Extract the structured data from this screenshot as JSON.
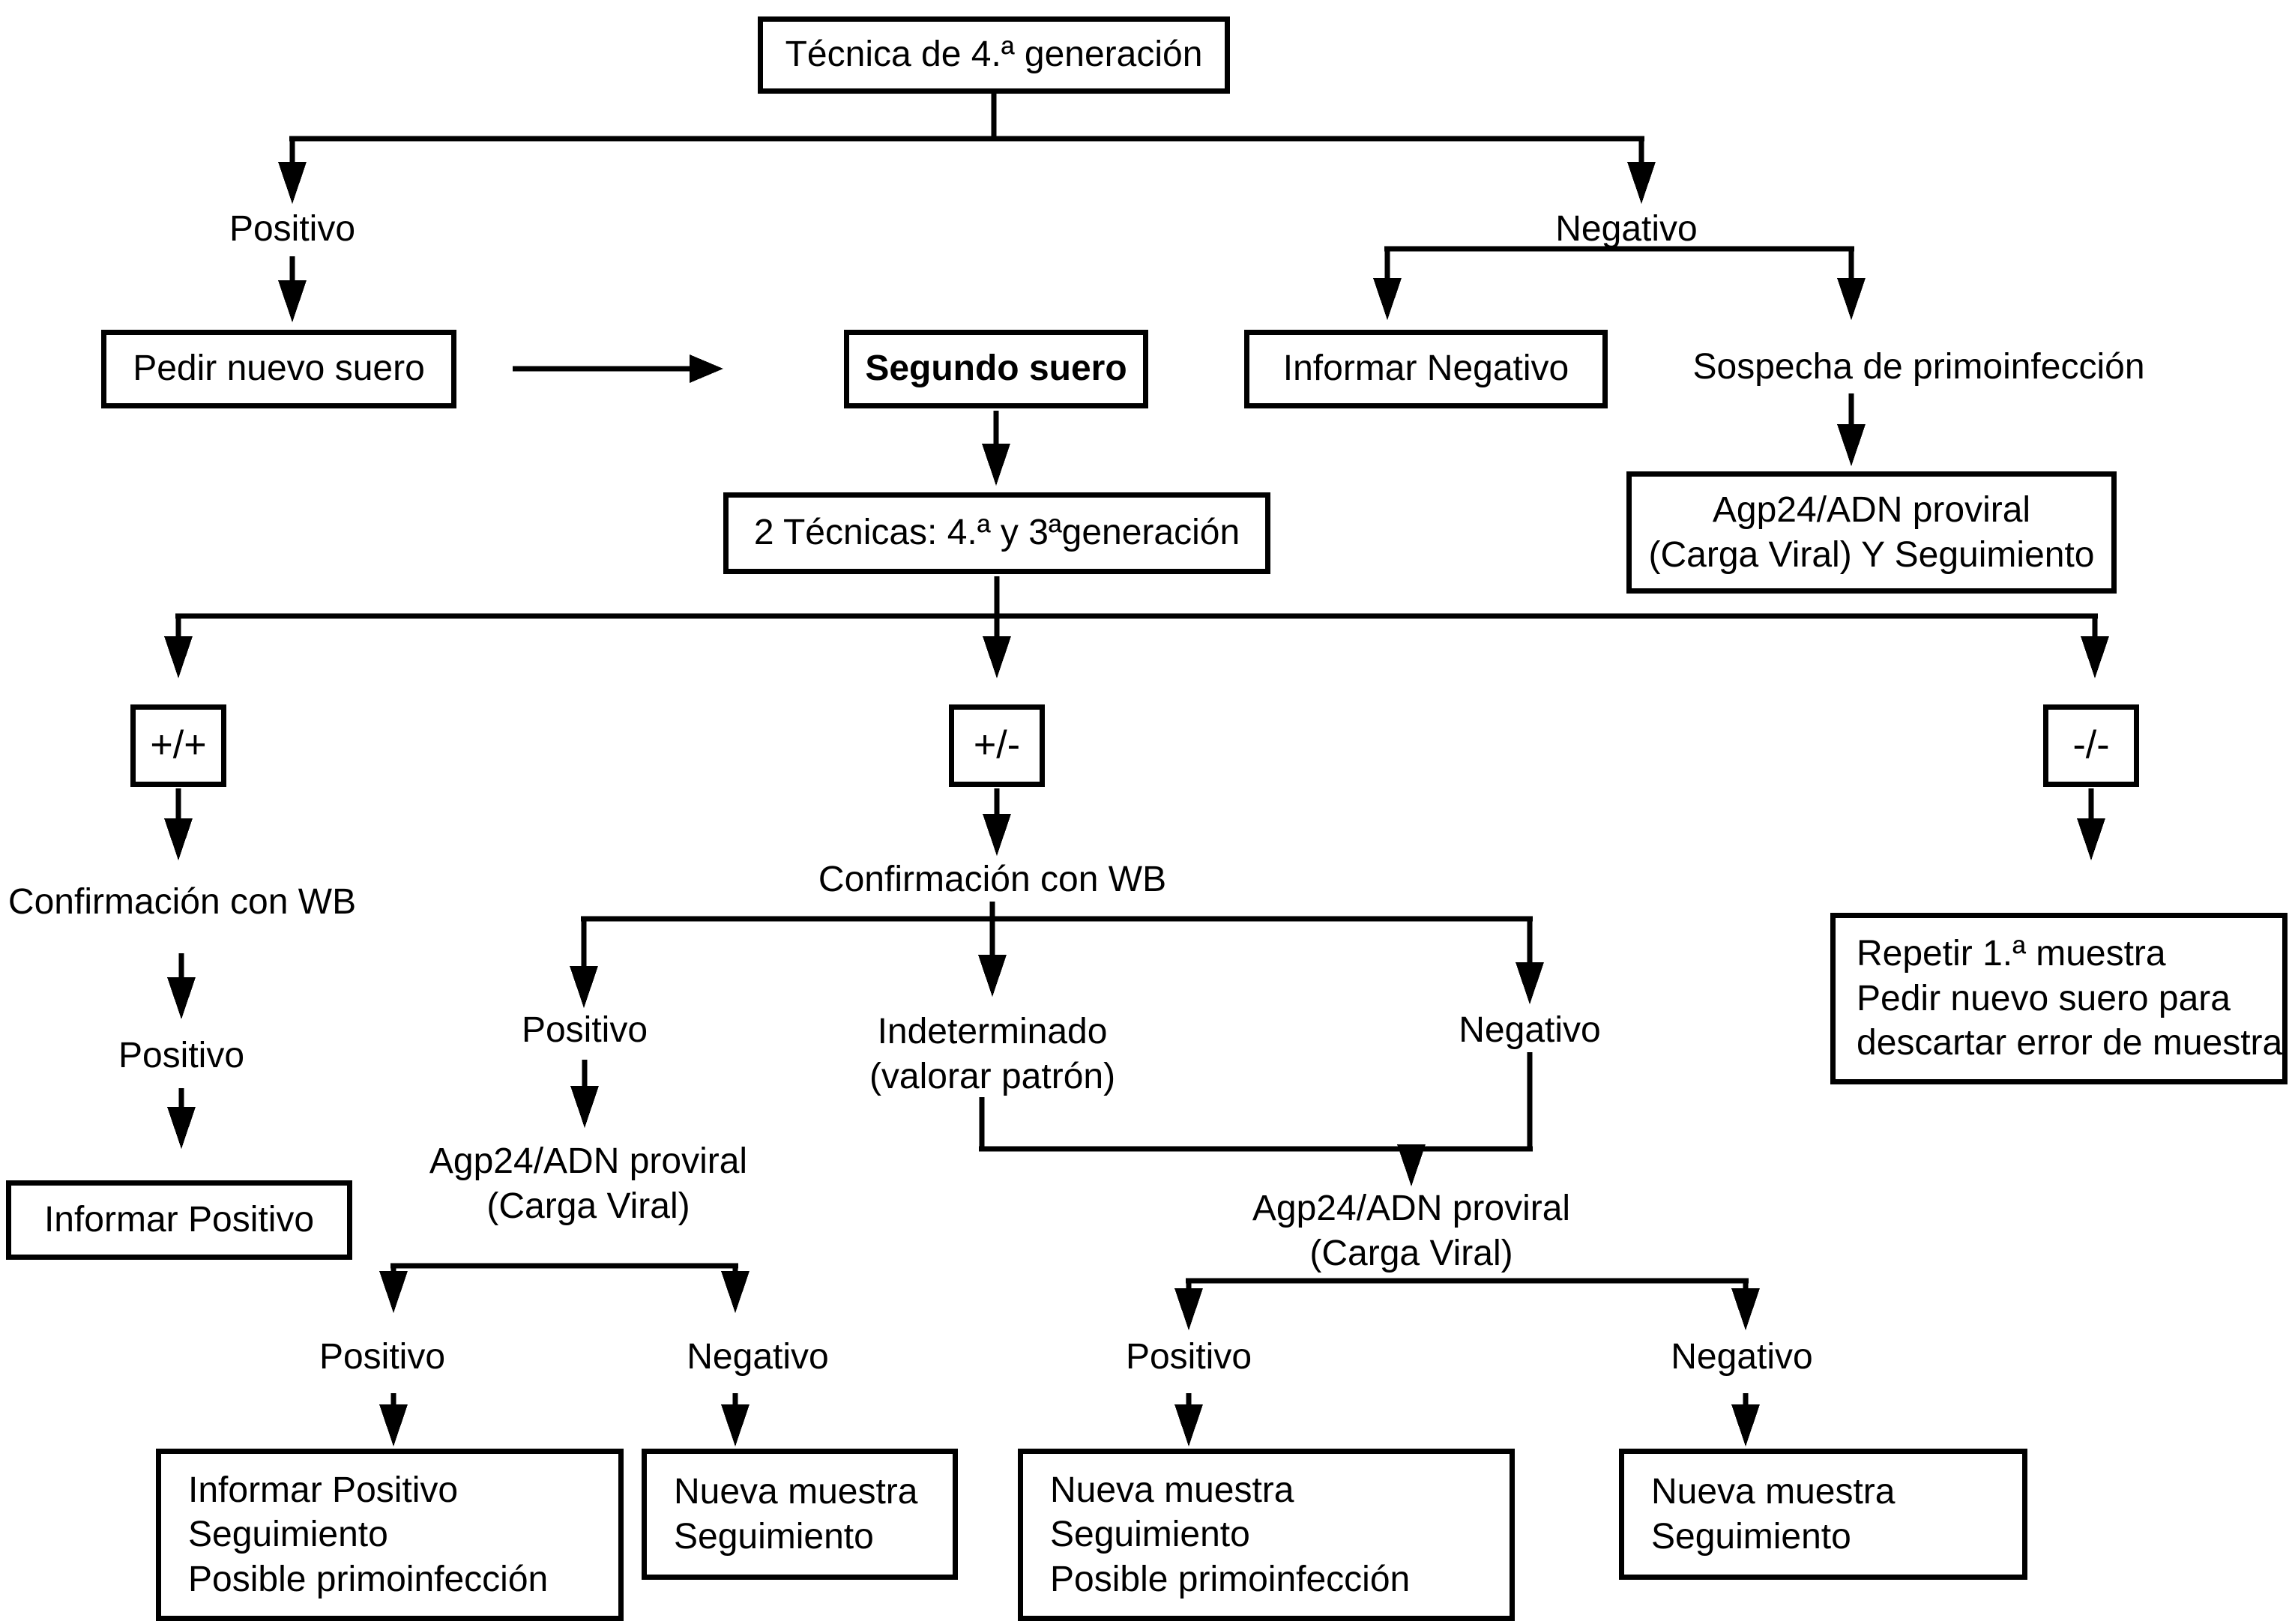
{
  "diagram": {
    "type": "flowchart",
    "language": "es",
    "line_color": "#000000",
    "background": "#ffffff",
    "nodes": {
      "root": "Técnica de 4.ª generación",
      "branch_positivo": "Positivo",
      "branch_negativo": "Negativo",
      "pedir_nuevo_suero": "Pedir nuevo suero",
      "segundo_suero": "Segundo suero",
      "informar_negativo": "Informar Negativo",
      "sospecha_primoinfeccion": "Sospecha de primoinfección",
      "dos_tecnicas": "2 Técnicas: 4.ª y 3ªgeneración",
      "agp24_seguimiento": {
        "line1": "Agp24/ADN proviral",
        "line2": "(Carga Viral) Y Seguimiento"
      },
      "resultado_pp": "+/+",
      "resultado_pm": "+/-",
      "resultado_mm": "-/-",
      "confirmacion_wb_izq": "Confirmación con WB",
      "confirmacion_wb_centro": "Confirmación con WB",
      "repetir_muestra": {
        "line1": "Repetir 1.ª muestra",
        "line2": "Pedir nuevo suero para",
        "line3": "descartar error de muestra"
      },
      "wb_izq_positivo": "Positivo",
      "informar_positivo": "Informar Positivo",
      "wb_positivo": "Positivo",
      "wb_indeterminado": {
        "line1": "Indeterminado",
        "line2": "(valorar patrón)"
      },
      "wb_negativo": "Negativo",
      "agp24_1": {
        "line1": "Agp24/ADN proviral",
        "line2": "(Carga Viral)"
      },
      "agp24_2": {
        "line1": "Agp24/ADN proviral",
        "line2": "(Carga Viral)"
      },
      "agp24_1_positivo": "Positivo",
      "agp24_1_negativo": "Negativo",
      "agp24_2_positivo": "Positivo",
      "agp24_2_negativo": "Negativo",
      "caja_informar_positivo_seg": {
        "line1": "Informar Positivo",
        "line2": "Seguimiento",
        "line3": "Posible primoinfección"
      },
      "caja_nueva_muestra_1": {
        "line1": "Nueva muestra",
        "line2": "Seguimiento"
      },
      "caja_nueva_muestra_prim": {
        "line1": "Nueva muestra",
        "line2": "Seguimiento",
        "line3": "Posible primoinfección"
      },
      "caja_nueva_muestra_2": {
        "line1": "Nueva muestra",
        "line2": "Seguimiento"
      }
    }
  }
}
